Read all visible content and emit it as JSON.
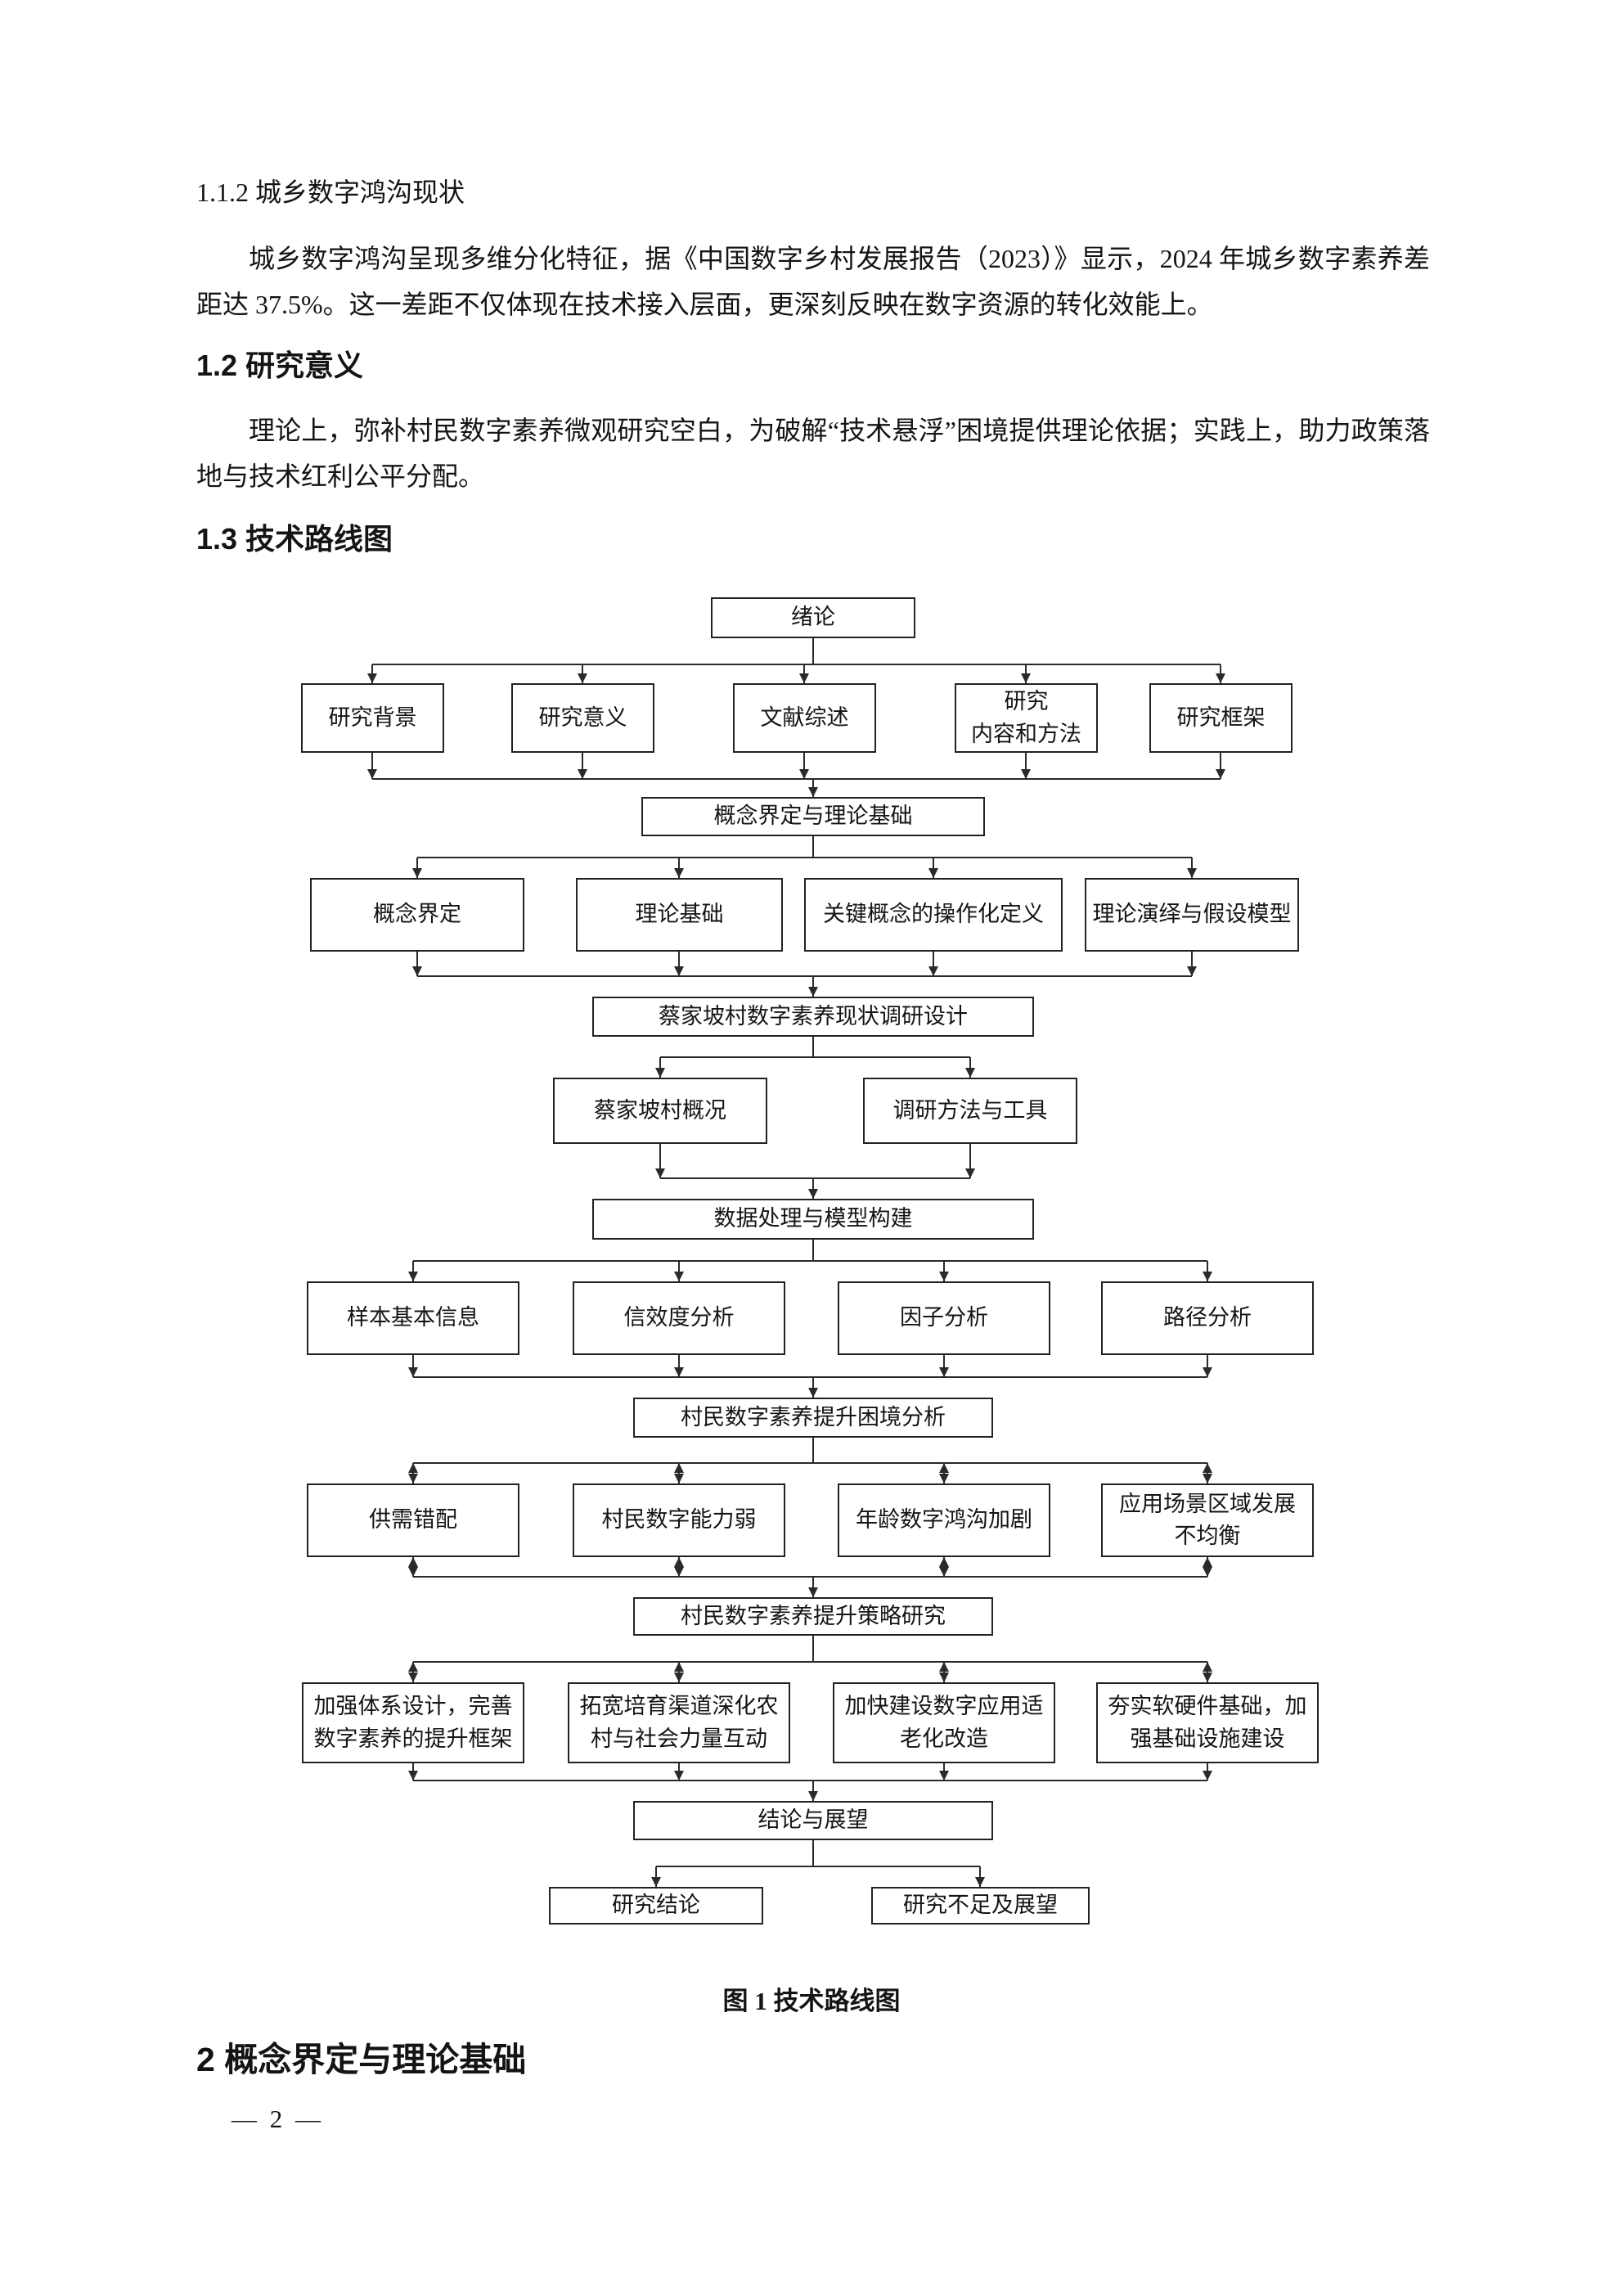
{
  "document": {
    "heading_1_1_2": "1.1.2 城乡数字鸿沟现状",
    "paragraph_1": "城乡数字鸿沟呈现多维分化特征，据《中国数字乡村发展报告（2023）》显示，2024 年城乡数字素养差距达 37.5%。这一差距不仅体现在技术接入层面，更深刻反映在数字资源的转化效能上。",
    "heading_1_2": "1.2 研究意义",
    "paragraph_2": "理论上，弥补村民数字素养微观研究空白，为破解“技术悬浮”困境提供理论依据；实践上，助力政策落地与技术红利公平分配。",
    "heading_1_3": "1.3 技术路线图",
    "figure_caption": "图 1 技术路线图",
    "heading_2": "2 概念界定与理论基础",
    "page_number": "— 2 —"
  },
  "flowchart": {
    "title": "技术路线图",
    "nodes": [
      {
        "label": "绪论"
      },
      {
        "label": "研究背景"
      },
      {
        "label": "研究意义"
      },
      {
        "label": "文献综述"
      },
      {
        "label": "研究\n内容和方法"
      },
      {
        "label": "研究框架"
      },
      {
        "label": "概念界定与理论基础"
      },
      {
        "label": "概念界定"
      },
      {
        "label": "理论基础"
      },
      {
        "label": "关键概念的操作化定义"
      },
      {
        "label": "理论演绎与假设模型"
      },
      {
        "label": "蔡家坡村数字素养现状调研设计"
      },
      {
        "label": "蔡家坡村概况"
      },
      {
        "label": "调研方法与工具"
      },
      {
        "label": "数据处理与模型构建"
      },
      {
        "label": "样本基本信息"
      },
      {
        "label": "信效度分析"
      },
      {
        "label": "因子分析"
      },
      {
        "label": "路径分析"
      },
      {
        "label": "村民数字素养提升困境分析"
      },
      {
        "label": "供需错配"
      },
      {
        "label": "村民数字能力弱"
      },
      {
        "label": "年龄数字鸿沟加剧"
      },
      {
        "label": "应用场景区域发展\n不均衡"
      },
      {
        "label": "村民数字素养提升策略研究"
      },
      {
        "label": "加强体系设计，完善\n数字素养的提升框架"
      },
      {
        "label": "拓宽培育渠道深化农\n村与社会力量互动"
      },
      {
        "label": "加快建设数字应用适\n老化改造"
      },
      {
        "label": "夯实软硬件基础，加\n强基础设施建设"
      },
      {
        "label": "结论与展望"
      },
      {
        "label": "研究结论"
      },
      {
        "label": "研究不足及展望"
      }
    ]
  }
}
